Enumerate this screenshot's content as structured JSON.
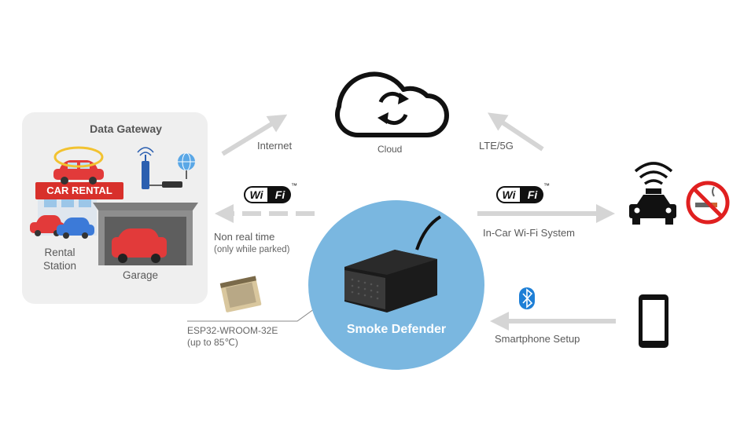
{
  "gateway": {
    "title": "Data Gateway",
    "rental_sign": "CAR RENTAL",
    "rental_station_label_line1": "Rental",
    "rental_station_label_line2": "Station",
    "garage_label": "Garage"
  },
  "cloud": {
    "label": "Cloud"
  },
  "links": {
    "internet": "Internet",
    "lte": "LTE/5G",
    "wifi_left_line1": "Non real time",
    "wifi_left_line2": "(only while parked)",
    "wifi_right": "In-Car Wi-Fi System",
    "smartphone": "Smartphone Setup",
    "wifi_badge": "Wi",
    "wifi_badge2": "Fi",
    "wifi_tm": "™"
  },
  "device": {
    "label": "Smoke Defender"
  },
  "module": {
    "line1": "ESP32-WROOM-32E",
    "line2": "(up to 85℃)"
  },
  "colors": {
    "arrow": "#d5d5d5",
    "circle": "#7ab7e0",
    "panel": "#efefef",
    "bluetooth": "#1e7fd6",
    "no_smoking_red": "#e02020"
  },
  "icons": [
    "cloud-sync-icon",
    "taxi-icon",
    "no-smoking-icon",
    "smartphone-icon",
    "bluetooth-icon",
    "router-icon",
    "globe-icon",
    "wifi-logo-icon"
  ]
}
